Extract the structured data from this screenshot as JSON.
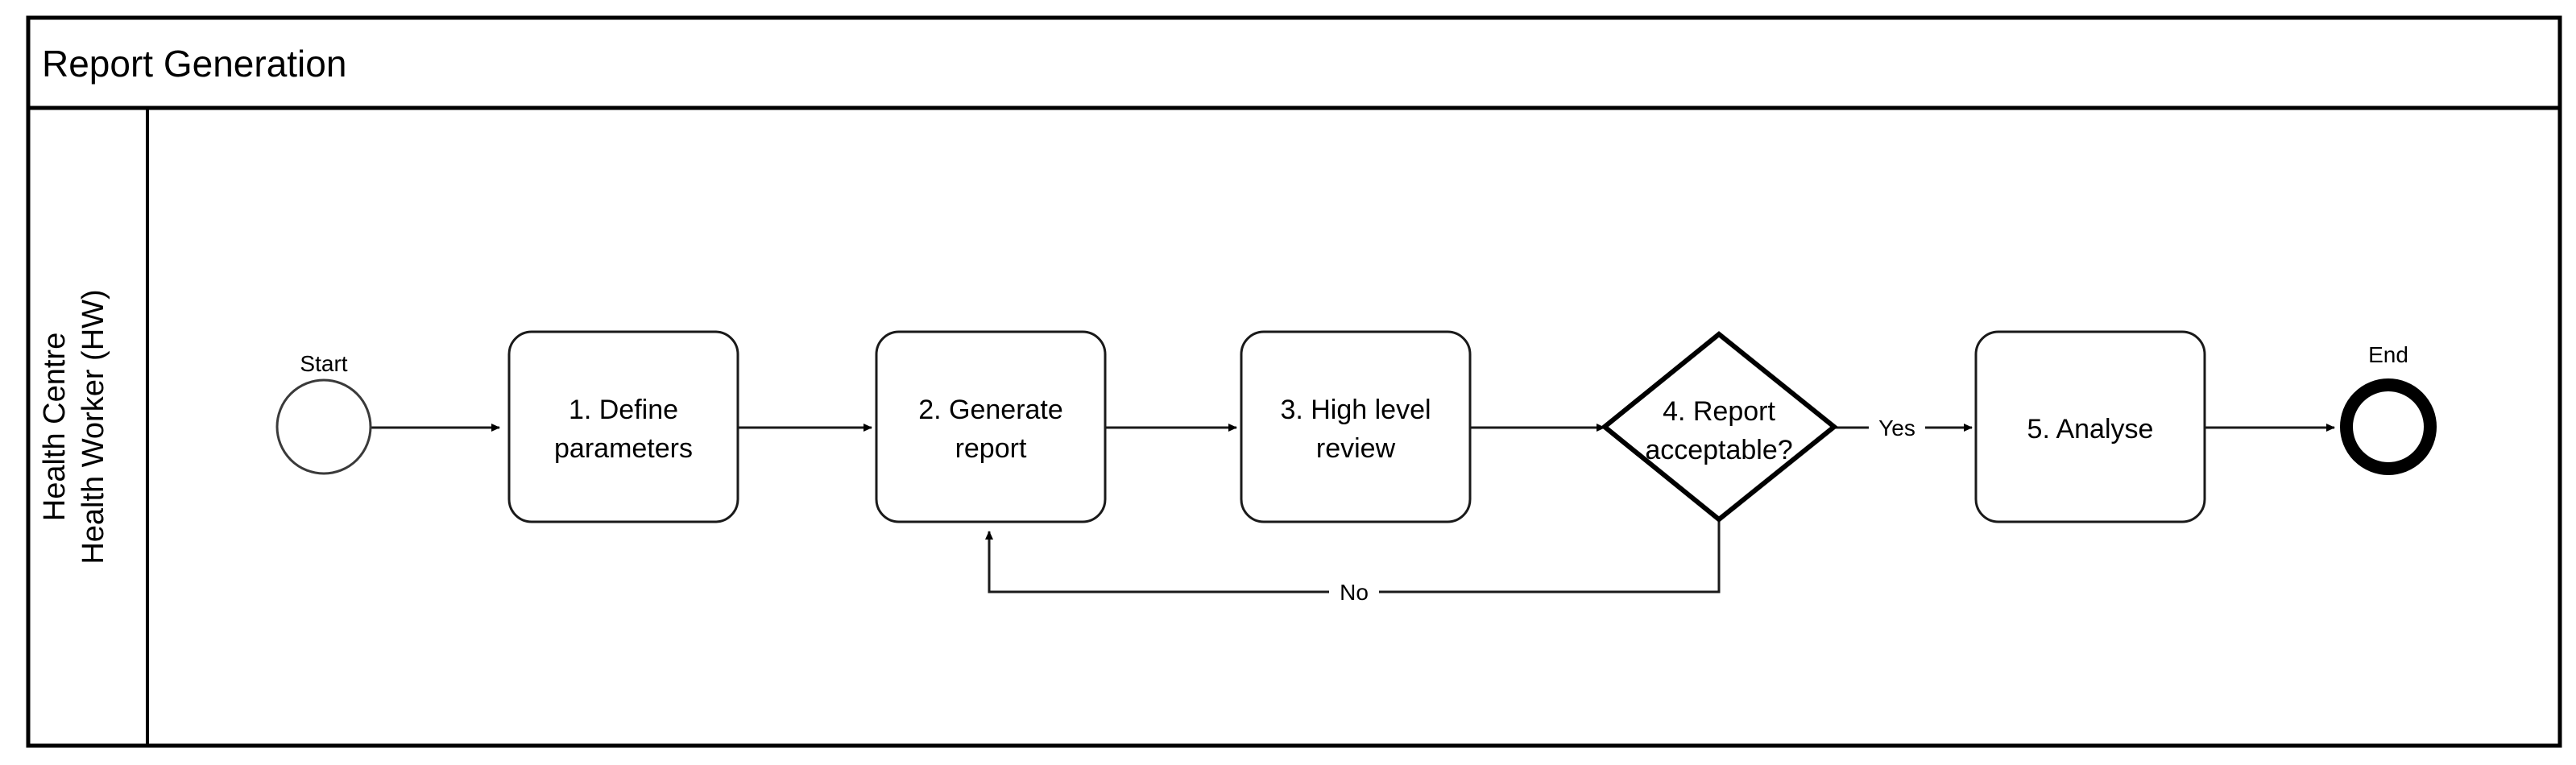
{
  "diagram": {
    "type": "bpmn-flowchart",
    "pool_title": "Report Generation",
    "lane": {
      "title_line1": "Health Centre",
      "title_line2": "Health Worker (HW)"
    },
    "colors": {
      "background": "#ffffff",
      "stroke": "#000000",
      "task_stroke": "#1a1a1a",
      "text": "#000000"
    },
    "events": {
      "start": {
        "label": "Start",
        "shape": "circle-thin"
      },
      "end": {
        "label": "End",
        "shape": "circle-thick"
      }
    },
    "tasks": [
      {
        "id": "task1",
        "label_line1": "1. Define",
        "label_line2": "parameters"
      },
      {
        "id": "task2",
        "label_line1": "2. Generate",
        "label_line2": "report"
      },
      {
        "id": "task3",
        "label_line1": "3. High level",
        "label_line2": "review"
      },
      {
        "id": "task5",
        "label_line1": "5. Analyse",
        "label_line2": ""
      }
    ],
    "gateway": {
      "id": "gateway4",
      "label_line1": "4. Report",
      "label_line2": "acceptable?",
      "shape": "diamond"
    },
    "flow_labels": {
      "yes": "Yes",
      "no": "No"
    },
    "sequence_flows": [
      {
        "from": "Start",
        "to": "1. Define parameters",
        "label": ""
      },
      {
        "from": "1. Define parameters",
        "to": "2. Generate report",
        "label": ""
      },
      {
        "from": "2. Generate report",
        "to": "3. High level review",
        "label": ""
      },
      {
        "from": "3. High level review",
        "to": "4. Report acceptable?",
        "label": ""
      },
      {
        "from": "4. Report acceptable?",
        "to": "5. Analyse",
        "label": "Yes"
      },
      {
        "from": "4. Report acceptable?",
        "to": "2. Generate report",
        "label": "No"
      },
      {
        "from": "5. Analyse",
        "to": "End",
        "label": ""
      }
    ]
  }
}
